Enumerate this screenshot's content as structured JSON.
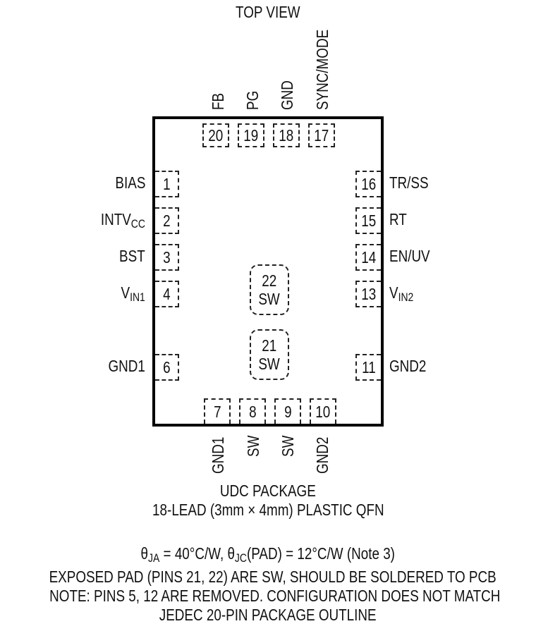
{
  "title": "TOP VIEW",
  "package": {
    "top_pins": [
      {
        "num": "20",
        "label": "FB"
      },
      {
        "num": "19",
        "label": "PG"
      },
      {
        "num": "18",
        "label": "GND"
      },
      {
        "num": "17",
        "label": "SYNC/MODE"
      }
    ],
    "left_pins": [
      {
        "num": "1",
        "label": "BIAS",
        "sub": ""
      },
      {
        "num": "2",
        "label": "INTV",
        "sub": "CC"
      },
      {
        "num": "3",
        "label": "BST",
        "sub": ""
      },
      {
        "num": "4",
        "label": "V",
        "sub": "IN1"
      },
      {
        "num": "6",
        "label": "GND1",
        "sub": ""
      }
    ],
    "right_pins": [
      {
        "num": "16",
        "label": "TR/SS",
        "sub": ""
      },
      {
        "num": "15",
        "label": "RT",
        "sub": ""
      },
      {
        "num": "14",
        "label": "EN/UV",
        "sub": ""
      },
      {
        "num": "13",
        "label": "V",
        "sub": "IN2"
      },
      {
        "num": "11",
        "label": "GND2",
        "sub": ""
      }
    ],
    "bottom_pins": [
      {
        "num": "7",
        "label": "GND1"
      },
      {
        "num": "8",
        "label": "SW"
      },
      {
        "num": "9",
        "label": "SW"
      },
      {
        "num": "10",
        "label": "GND2"
      }
    ],
    "exposed_pads": [
      {
        "num": "22",
        "label": "SW"
      },
      {
        "num": "21",
        "label": "SW"
      }
    ]
  },
  "footer": {
    "package_name": "UDC PACKAGE",
    "package_desc": "18-LEAD (3mm × 4mm) PLASTIC QFN",
    "thermal": {
      "theta": "θ",
      "ja_sub": "JA",
      "ja_val": " = 40°C/W, ",
      "jc_sub": "JC",
      "jc_val": "(PAD) = 12°C/W (Note 3)"
    },
    "note1": "EXPOSED PAD (PINS 21, 22) ARE SW, SHOULD BE SOLDERED TO PCB",
    "note2": "NOTE: PINS 5, 12 ARE REMOVED. CONFIGURATION DOES NOT MATCH",
    "note3": "JEDEC 20-PIN PACKAGE OUTLINE"
  }
}
